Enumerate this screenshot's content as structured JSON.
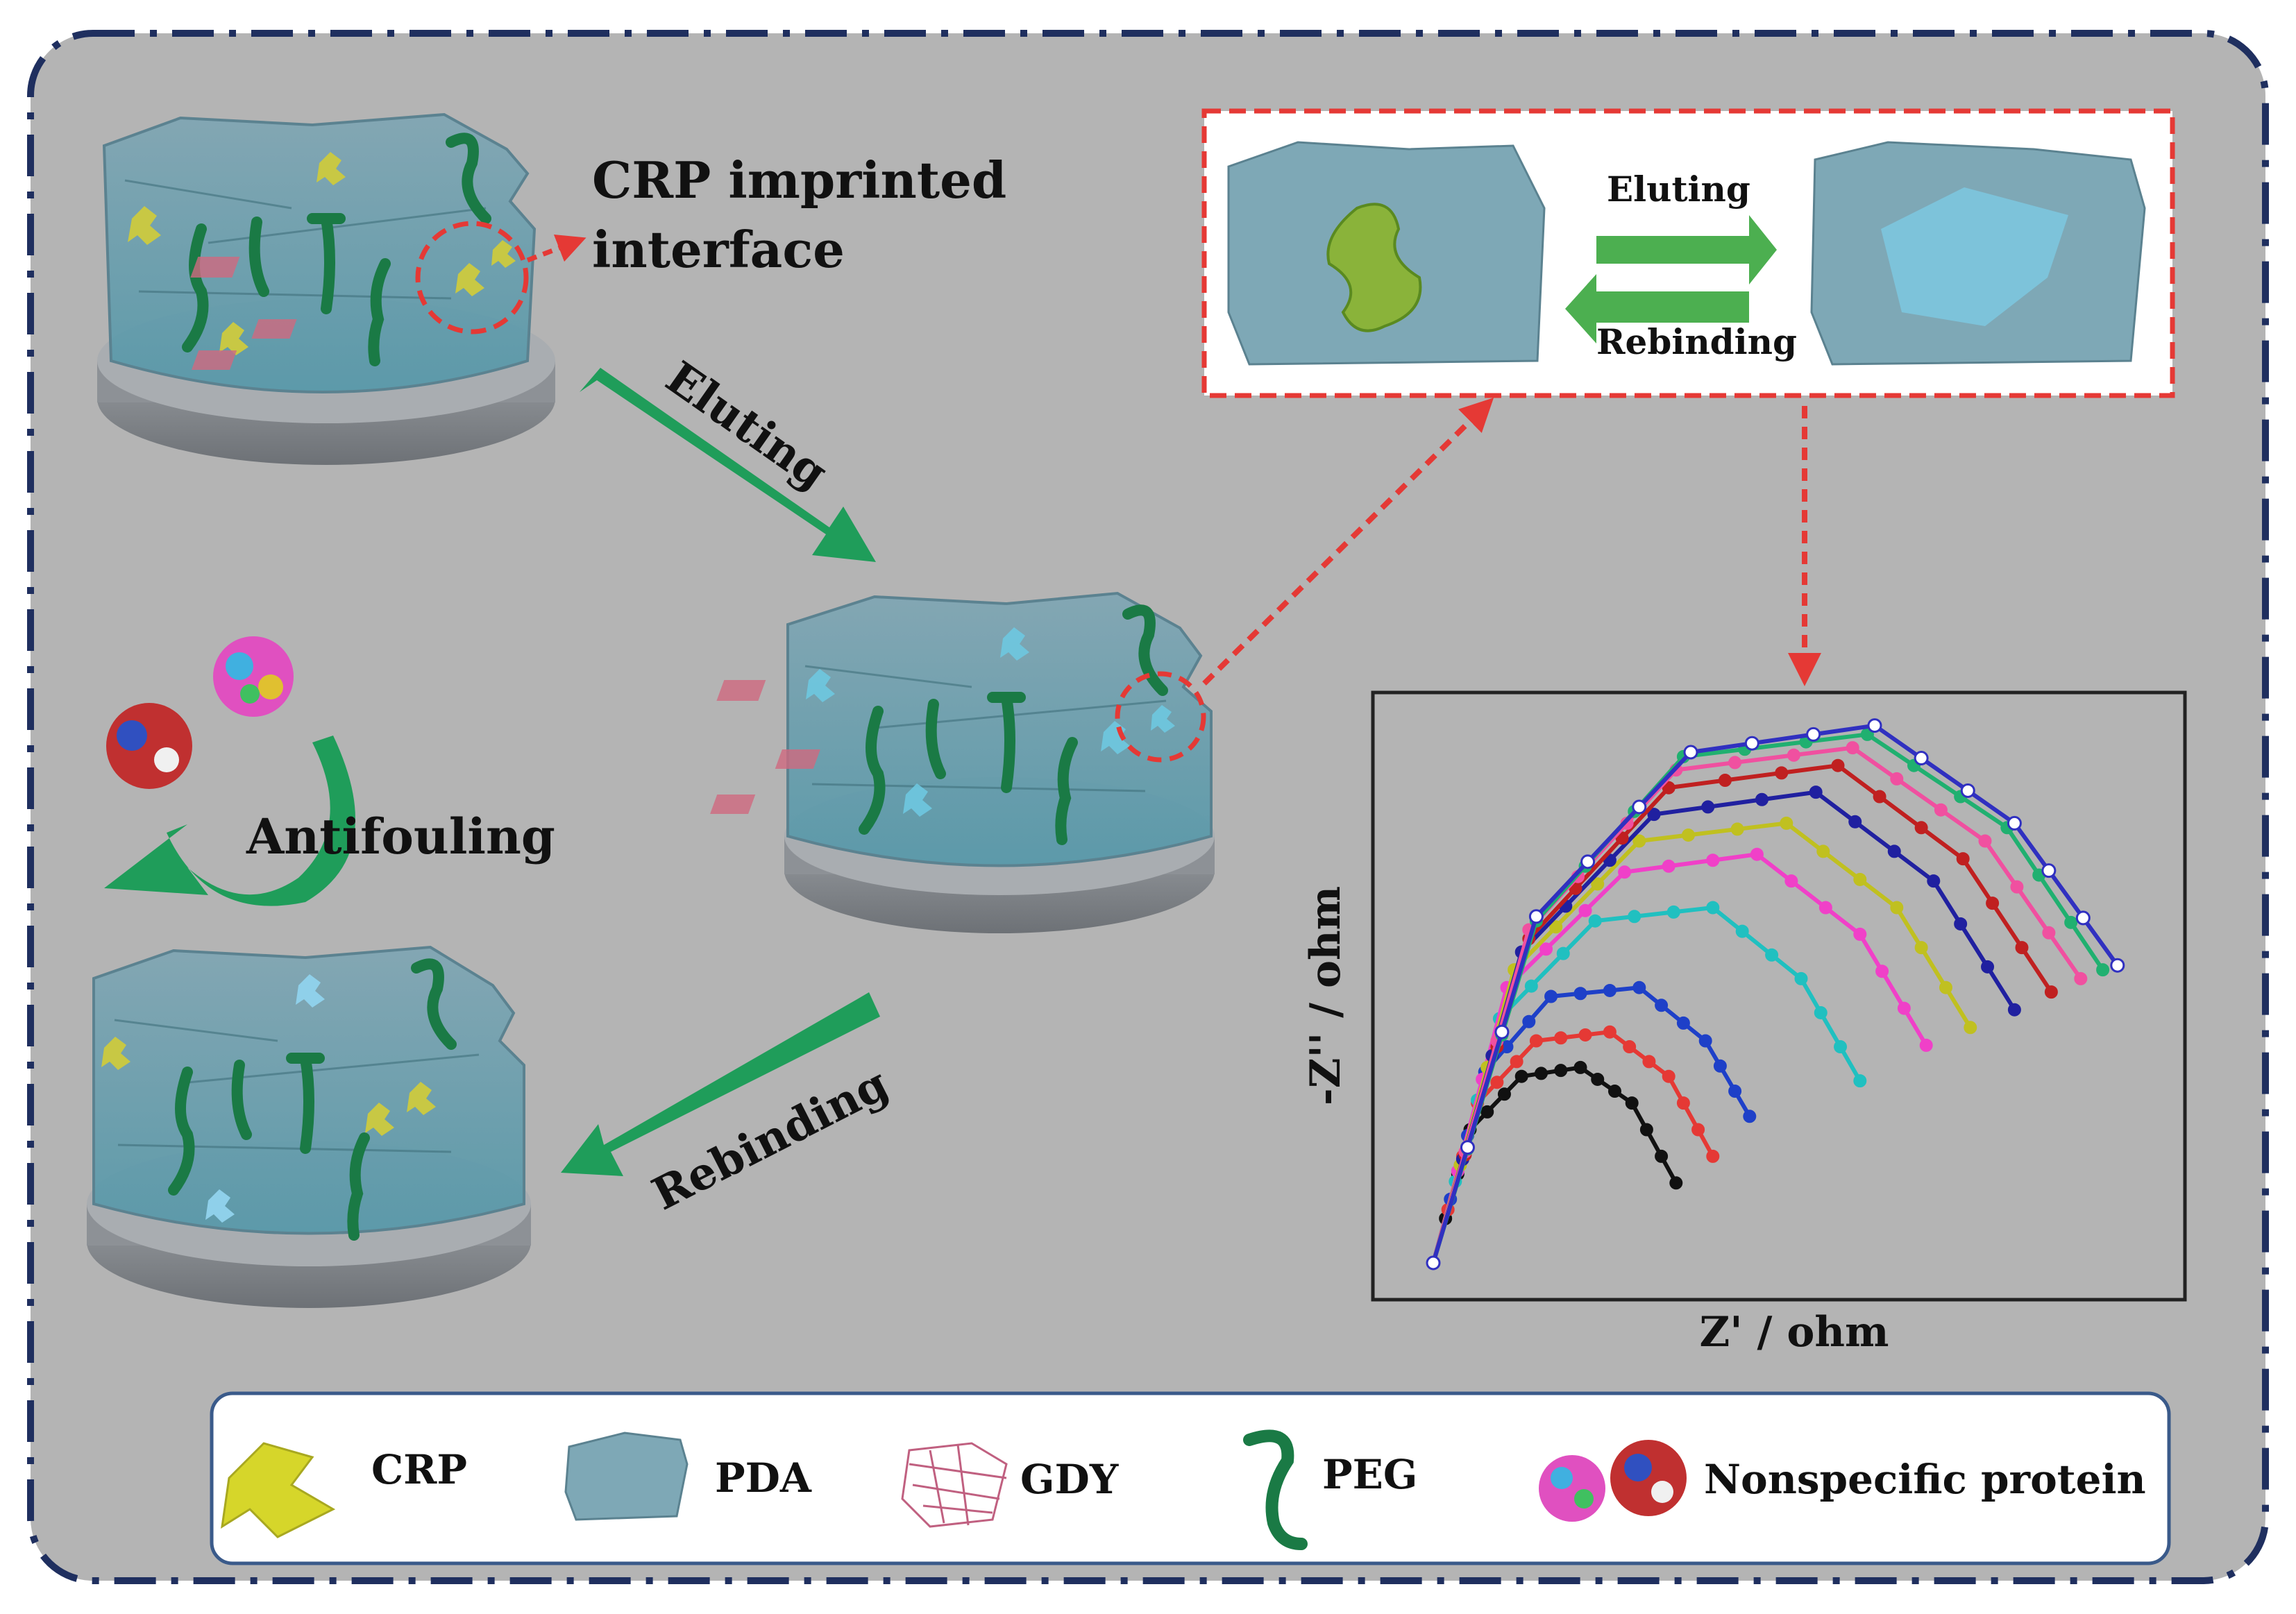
{
  "labels": {
    "imprinted_line1": "CRP imprinted",
    "imprinted_line2": "interface",
    "eluting_main": "Eluting",
    "rebinding_main": "Rebinding",
    "antifouling": "Antifouling",
    "inset_eluting": "Eluting",
    "inset_rebinding": "Rebinding"
  },
  "plot": {
    "xlabel": "Z' / ohm",
    "ylabel": "-Z'' / ohm"
  },
  "legend": {
    "items": [
      {
        "key": "crp",
        "label": "CRP"
      },
      {
        "key": "pda",
        "label": "PDA"
      },
      {
        "key": "gdy",
        "label": "GDY"
      },
      {
        "key": "peg",
        "label": "PEG"
      },
      {
        "key": "nonspecific",
        "label": "Nonspecific protein"
      }
    ]
  },
  "colors": {
    "background": "#b4b4b4",
    "frame": "#1f2f5f",
    "arrow_green": "#1f9d5a",
    "highlight_red": "#e53935",
    "crp_yellow": "#c8c844",
    "peg_green": "#1a7a45",
    "electrode_gray": "#8a8e92"
  },
  "chart_data": {
    "type": "line",
    "xlabel": "Z' / ohm",
    "ylabel": "-Z'' / ohm",
    "grid": false,
    "series": [
      {
        "color": "#111111",
        "marker": "square",
        "x": [
          0.0,
          0.05,
          0.12,
          0.2,
          0.27,
          0.33
        ],
        "y": [
          0.0,
          0.3,
          0.42,
          0.44,
          0.36,
          0.18
        ]
      },
      {
        "color": "#e53935",
        "marker": "circle",
        "x": [
          0.0,
          0.06,
          0.14,
          0.24,
          0.32,
          0.38
        ],
        "y": [
          0.0,
          0.36,
          0.5,
          0.52,
          0.42,
          0.24
        ]
      },
      {
        "color": "#1e40c8",
        "marker": "triangle",
        "x": [
          0.0,
          0.07,
          0.16,
          0.28,
          0.37,
          0.43
        ],
        "y": [
          0.0,
          0.43,
          0.6,
          0.62,
          0.5,
          0.33
        ]
      },
      {
        "color": "#20c0c0",
        "marker": "triangle-down",
        "x": [
          0.0,
          0.09,
          0.22,
          0.38,
          0.5,
          0.58
        ],
        "y": [
          0.0,
          0.55,
          0.77,
          0.8,
          0.64,
          0.41
        ]
      },
      {
        "color": "#f040c8",
        "marker": "triangle-left",
        "x": [
          0.0,
          0.1,
          0.26,
          0.44,
          0.58,
          0.67
        ],
        "y": [
          0.0,
          0.62,
          0.88,
          0.92,
          0.74,
          0.49
        ]
      },
      {
        "color": "#c0c020",
        "marker": "triangle-right",
        "x": [
          0.0,
          0.11,
          0.28,
          0.48,
          0.63,
          0.73
        ],
        "y": [
          0.0,
          0.66,
          0.95,
          0.99,
          0.8,
          0.53
        ]
      },
      {
        "color": "#2020a0",
        "marker": "diamond",
        "x": [
          0.0,
          0.12,
          0.3,
          0.52,
          0.68,
          0.79
        ],
        "y": [
          0.0,
          0.7,
          1.01,
          1.06,
          0.86,
          0.57
        ]
      },
      {
        "color": "#c02020",
        "marker": "hexagon",
        "x": [
          0.0,
          0.13,
          0.32,
          0.55,
          0.72,
          0.84
        ],
        "y": [
          0.0,
          0.73,
          1.07,
          1.12,
          0.91,
          0.61
        ]
      },
      {
        "color": "#f050a0",
        "marker": "circle",
        "x": [
          0.0,
          0.13,
          0.33,
          0.57,
          0.75,
          0.88
        ],
        "y": [
          0.0,
          0.75,
          1.11,
          1.16,
          0.95,
          0.64
        ]
      },
      {
        "color": "#20b070",
        "marker": "star",
        "x": [
          0.0,
          0.14,
          0.34,
          0.59,
          0.78,
          0.91
        ],
        "y": [
          0.0,
          0.77,
          1.14,
          1.19,
          0.98,
          0.66
        ]
      },
      {
        "color": "#3030c0",
        "marker": "open-circle",
        "x": [
          0.0,
          0.14,
          0.35,
          0.6,
          0.79,
          0.93
        ],
        "y": [
          0.0,
          0.78,
          1.15,
          1.21,
          0.99,
          0.67
        ]
      }
    ]
  }
}
